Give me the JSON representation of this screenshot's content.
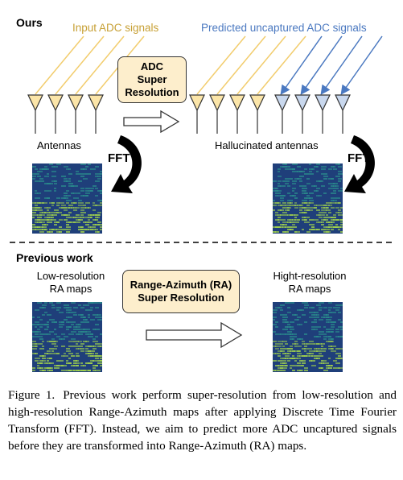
{
  "sections": {
    "ours": "Ours",
    "previous": "Previous work"
  },
  "labels": {
    "input_signals": "Input ADC signals",
    "predicted_signals": "Predicted uncaptured ADC signals",
    "antennas": "Antennas",
    "hallucinated_antennas": "Hallucinated antennas",
    "fft_left": "FFT",
    "fft_right": "FFT",
    "low_res_line1": "Low-resolution",
    "low_res_line2": "RA maps",
    "high_res_line1": "Hight-resolution",
    "high_res_line2": "RA maps"
  },
  "boxes": {
    "adc_sr": [
      "ADC",
      "Super",
      "Resolution"
    ],
    "ra_sr": [
      "Range-Azimuth (RA)",
      "Super Resolution"
    ]
  },
  "colors": {
    "input_arrow": "#f2cd6e",
    "predicted_arrow": "#4a78c0",
    "antenna_input_fill": "#fbe5a8",
    "antenna_pred_fill": "#c9d8ee",
    "box_fill": "#fdeecc",
    "map_bg": "#1f3f7a",
    "map_mid": "#2a8c8c",
    "map_hot": "#a7d84a"
  },
  "caption": {
    "figure_label": "Figure 1.",
    "text": "Previous work perform super-resolution from low-resolution and high-resolution Range-Azimuth maps after applying Discrete Time Fourier Transform (FFT). Instead, we aim to predict more ADC uncaptured signals before they are transformed into Range-Azimuth (RA) maps."
  }
}
